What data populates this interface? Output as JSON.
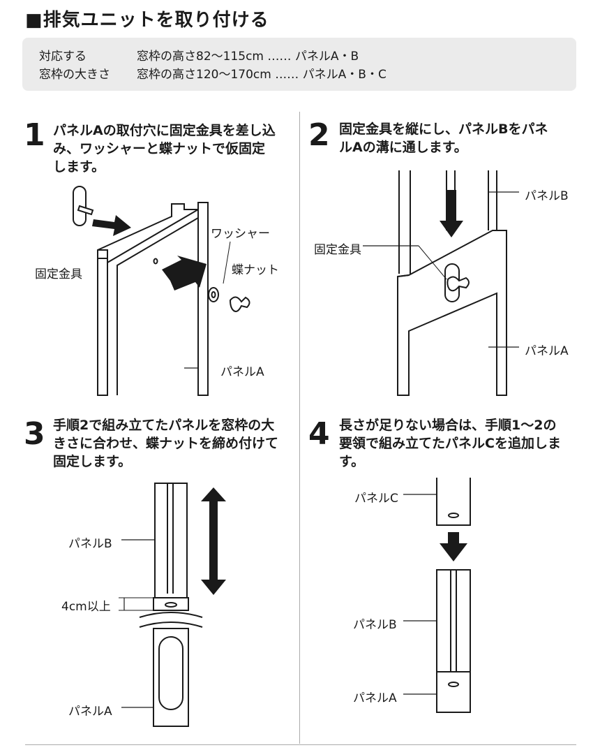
{
  "title": "■排気ユニットを取り付ける",
  "spec": {
    "label_line1": "対応する",
    "label_line2": "窓枠の大きさ",
    "row1": "窓枠の高さ82〜115cm ‥‥‥ パネルA・B",
    "row2": "窓枠の高さ120〜170cm ‥‥‥ パネルA・B・C"
  },
  "steps": [
    {
      "num": "1",
      "text": "パネルAの取付穴に固定金具を差し込み、ワッシャーと蝶ナットで仮固定します。",
      "labels": {
        "bracket": "固定金具",
        "washer": "ワッシャー",
        "wingnut": "蝶ナット",
        "panel_a": "パネルA"
      }
    },
    {
      "num": "2",
      "text": "固定金具を縦にし、パネルBをパネルAの溝に通します。",
      "labels": {
        "panel_b": "パネルB",
        "bracket": "固定金具",
        "panel_a": "パネルA"
      }
    },
    {
      "num": "3",
      "text": "手順2で組み立てたパネルを窓枠の大きさに合わせ、蝶ナットを締め付けて固定します。",
      "labels": {
        "panel_b": "パネルB",
        "overlap": "4cm以上",
        "panel_a": "パネルA"
      }
    },
    {
      "num": "4",
      "text": "長さが足りない場合は、手順1〜2の要領で組み立てたパネルCを追加します。",
      "labels": {
        "panel_c": "パネルC",
        "panel_b": "パネルB",
        "panel_a": "パネルA"
      }
    }
  ]
}
